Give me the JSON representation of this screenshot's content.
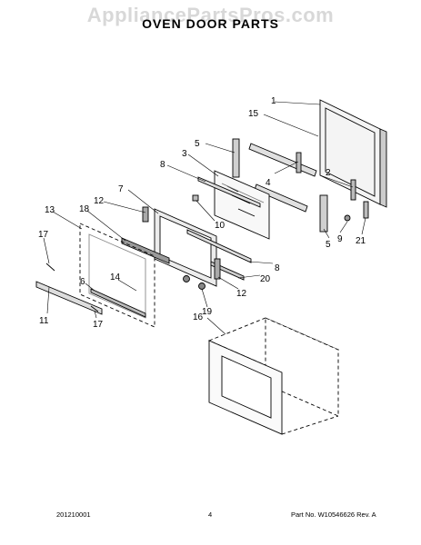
{
  "watermark": "AppliancePartsPros.com",
  "title": "OVEN DOOR PARTS",
  "callouts": [
    {
      "id": "c1",
      "text": "1"
    },
    {
      "id": "c15",
      "text": "15"
    },
    {
      "id": "c5a",
      "text": "5"
    },
    {
      "id": "c3",
      "text": "3"
    },
    {
      "id": "c8a",
      "text": "8"
    },
    {
      "id": "c4",
      "text": "4"
    },
    {
      "id": "c2",
      "text": "2"
    },
    {
      "id": "c7",
      "text": "7"
    },
    {
      "id": "c12a",
      "text": "12"
    },
    {
      "id": "c18",
      "text": "18"
    },
    {
      "id": "c13",
      "text": "13"
    },
    {
      "id": "c10",
      "text": "10"
    },
    {
      "id": "c17a",
      "text": "17"
    },
    {
      "id": "c14",
      "text": "14"
    },
    {
      "id": "c6",
      "text": "6"
    },
    {
      "id": "c11",
      "text": "11"
    },
    {
      "id": "c17b",
      "text": "17"
    },
    {
      "id": "c5b",
      "text": "5"
    },
    {
      "id": "c9",
      "text": "9"
    },
    {
      "id": "c21",
      "text": "21"
    },
    {
      "id": "c8b",
      "text": "8"
    },
    {
      "id": "c20",
      "text": "20"
    },
    {
      "id": "c12b",
      "text": "12"
    },
    {
      "id": "c19",
      "text": "19"
    },
    {
      "id": "c16",
      "text": "16"
    }
  ],
  "footer": {
    "left": "201210001",
    "page": "4",
    "part": "Part No. W10546626  Rev. A"
  }
}
